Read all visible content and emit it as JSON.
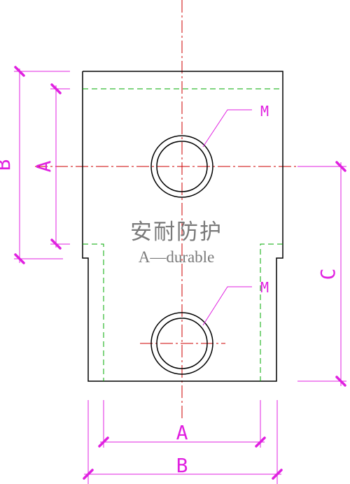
{
  "drawing": {
    "labels": {
      "hole_top": "M",
      "hole_bottom": "M",
      "dim_left_outer": "B",
      "dim_left_inner": "A",
      "dim_right": "C",
      "dim_bottom_inner": "A",
      "dim_bottom_outer": "B"
    },
    "colors": {
      "outline": "#000000",
      "centerline": "#cc0000",
      "hidden": "#00aa00",
      "dimension": "#e020e0"
    },
    "watermark": {
      "chinese": "安耐防护",
      "english": "A—durable"
    }
  }
}
